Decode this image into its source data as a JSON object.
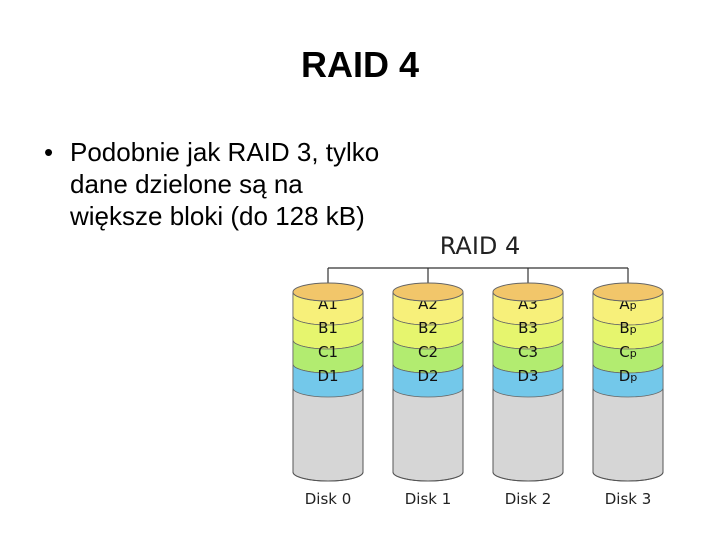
{
  "slide": {
    "title": "RAID 4",
    "bullet": "Podobnie jak RAID 3, tylko dane dzielone są na większe bloki (do 128 kB)"
  },
  "diagram": {
    "title": "RAID 4",
    "row_colors": [
      "#f7f07a",
      "#e6f56e",
      "#b2ec70",
      "#73c8ea"
    ],
    "disk_color": "#d6d6d6",
    "top_color": "#f2c66a",
    "disks": [
      {
        "label": "Disk 0",
        "blocks": [
          [
            "A1",
            ""
          ],
          [
            "B1",
            ""
          ],
          [
            "C1",
            ""
          ],
          [
            "D1",
            ""
          ]
        ]
      },
      {
        "label": "Disk 1",
        "blocks": [
          [
            "A2",
            ""
          ],
          [
            "B2",
            ""
          ],
          [
            "C2",
            ""
          ],
          [
            "D2",
            ""
          ]
        ]
      },
      {
        "label": "Disk 2",
        "blocks": [
          [
            "A3",
            ""
          ],
          [
            "B3",
            ""
          ],
          [
            "C3",
            ""
          ],
          [
            "D3",
            ""
          ]
        ]
      },
      {
        "label": "Disk 3",
        "blocks": [
          [
            "A",
            "p"
          ],
          [
            "B",
            "p"
          ],
          [
            "C",
            "p"
          ],
          [
            "D",
            "p"
          ]
        ]
      }
    ]
  }
}
